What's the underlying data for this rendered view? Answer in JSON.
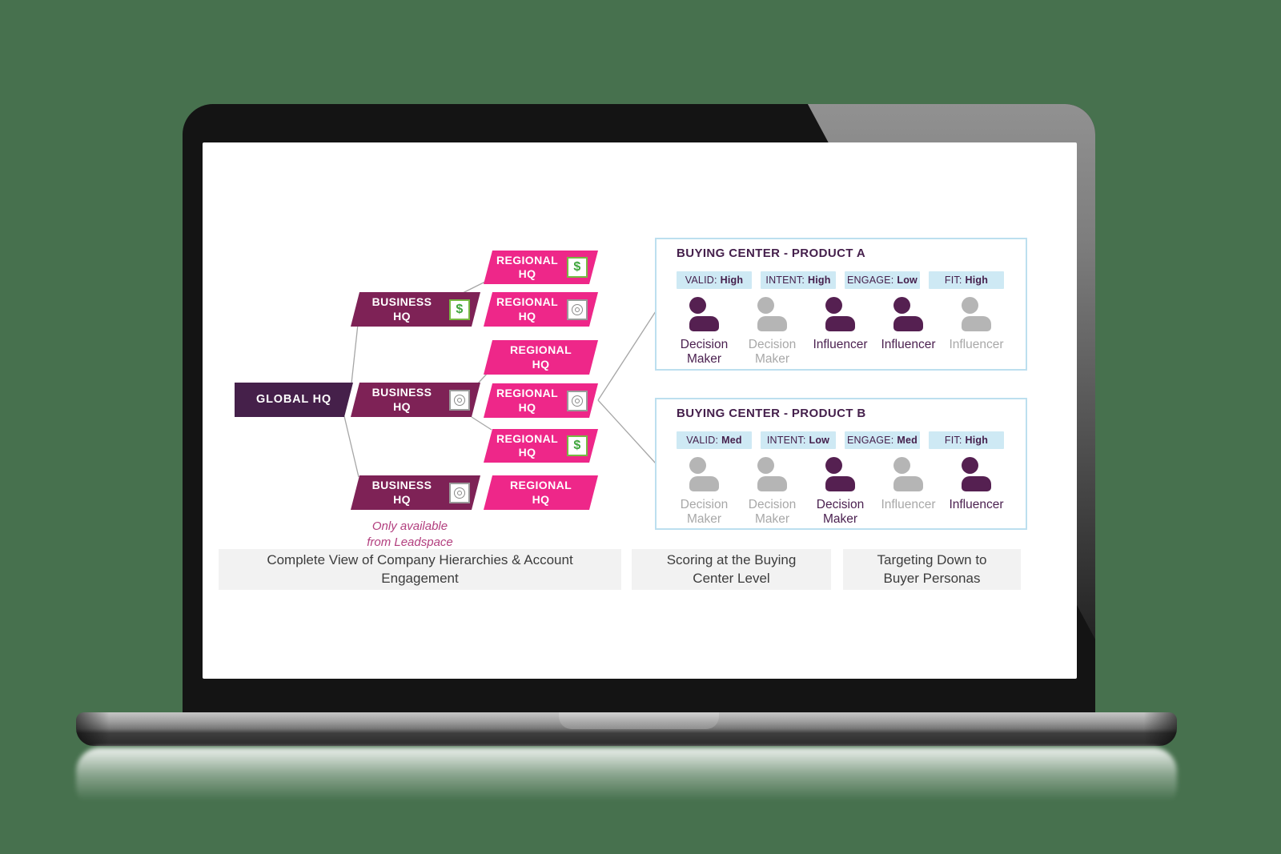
{
  "scene": {
    "background_color": "#47714E",
    "accent_pink": "#EE2789",
    "accent_plum": "#7E2256",
    "accent_dark_purple": "#45204A",
    "badge_blue": "#CEE9F4",
    "panel_border_blue": "#BCDFEF",
    "person_purple": "#552051",
    "person_gray": "#B5B5B5"
  },
  "glyphs": {
    "dollar": "$"
  },
  "hierarchy": {
    "global": {
      "lines": [
        "GLOBAL HQ"
      ]
    },
    "business": [
      {
        "lines": [
          "BUSINESS",
          "HQ"
        ],
        "icon": "dollar",
        "icon_name": "dollar-icon"
      },
      {
        "lines": [
          "BUSINESS",
          "HQ"
        ],
        "icon": "target",
        "icon_name": "target-icon"
      },
      {
        "lines": [
          "BUSINESS",
          "HQ"
        ],
        "icon": "target",
        "icon_name": "target-icon"
      }
    ],
    "regional": [
      {
        "lines": [
          "REGIONAL",
          "HQ"
        ],
        "icon": "dollar",
        "icon_name": "dollar-icon"
      },
      {
        "lines": [
          "REGIONAL",
          "HQ"
        ],
        "icon": "target",
        "icon_name": "target-icon"
      },
      {
        "lines": [
          "REGIONAL",
          "HQ"
        ],
        "icon": "none",
        "icon_name": "no-icon"
      },
      {
        "lines": [
          "REGIONAL",
          "HQ"
        ],
        "icon": "target",
        "icon_name": "target-icon"
      },
      {
        "lines": [
          "REGIONAL",
          "HQ"
        ],
        "icon": "dollar",
        "icon_name": "dollar-icon"
      },
      {
        "lines": [
          "REGIONAL",
          "HQ"
        ],
        "icon": "none",
        "icon_name": "no-icon"
      }
    ],
    "footnote_lines": [
      "Only available",
      "from Leadspace"
    ]
  },
  "buying_centers": [
    {
      "title": "BUYING CENTER - PRODUCT A",
      "scores": [
        {
          "label": "VALID:",
          "value": "High"
        },
        {
          "label": "INTENT:",
          "value": "High"
        },
        {
          "label": "ENGAGE:",
          "value": "Low"
        },
        {
          "label": "FIT:",
          "value": "High"
        }
      ],
      "personas": [
        {
          "role": "Decision Maker",
          "tone": "purple"
        },
        {
          "role": "Decision Maker",
          "tone": "gray"
        },
        {
          "role": "Influencer",
          "tone": "purple"
        },
        {
          "role": "Influencer",
          "tone": "purple"
        },
        {
          "role": "Influencer",
          "tone": "gray"
        }
      ]
    },
    {
      "title": "BUYING CENTER - PRODUCT B",
      "scores": [
        {
          "label": "VALID:",
          "value": "Med"
        },
        {
          "label": "INTENT:",
          "value": "Low"
        },
        {
          "label": "ENGAGE:",
          "value": "Med"
        },
        {
          "label": "FIT:",
          "value": "High"
        }
      ],
      "personas": [
        {
          "role": "Decision Maker",
          "tone": "gray"
        },
        {
          "role": "Decision Maker",
          "tone": "gray"
        },
        {
          "role": "Decision Maker",
          "tone": "purple"
        },
        {
          "role": "Influencer",
          "tone": "gray"
        },
        {
          "role": "Influencer",
          "tone": "purple"
        }
      ]
    }
  ],
  "captions": [
    {
      "text": "Complete View of Company Hierarchies & Account Engagement"
    },
    {
      "text": "Scoring at the Buying Center Level"
    },
    {
      "text": "Targeting Down to Buyer Personas"
    }
  ]
}
